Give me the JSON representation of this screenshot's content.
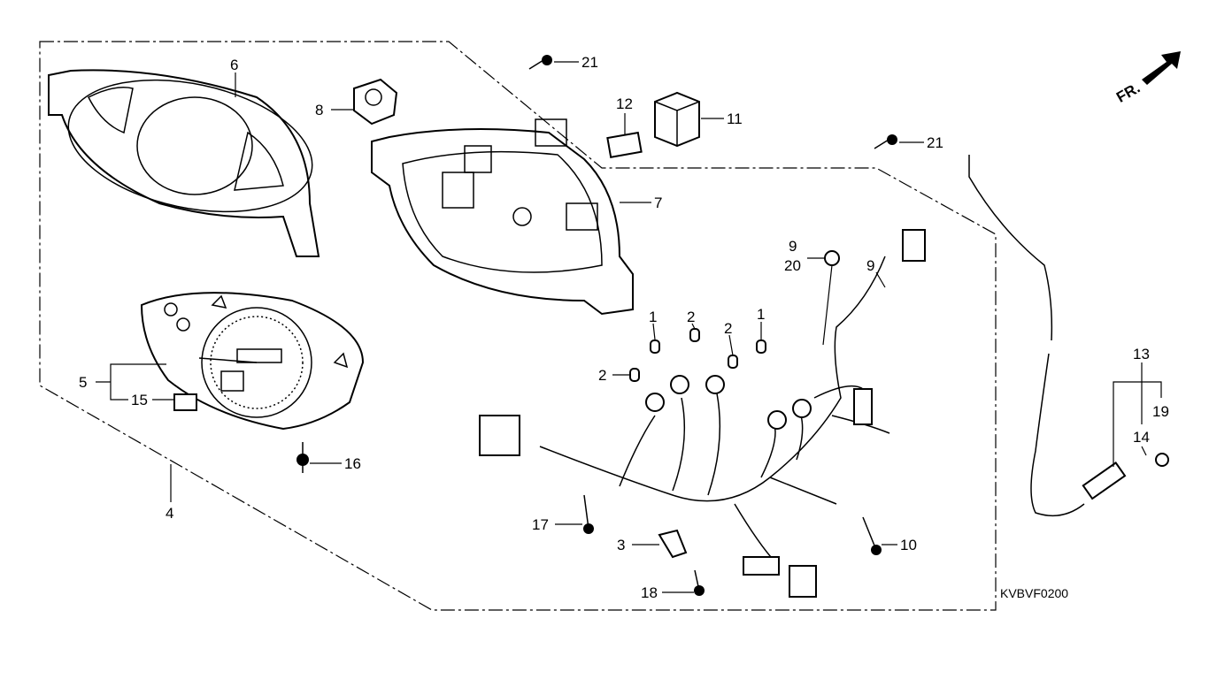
{
  "diagram": {
    "code": "KVBVF0200",
    "front_marker": "FR.",
    "callouts": {
      "c6": "6",
      "c21a": "21",
      "c8": "8",
      "c12": "12",
      "c11": "11",
      "c21b": "21",
      "c7": "7",
      "c9a": "9",
      "c20": "20",
      "c9b": "9",
      "c1a": "1",
      "c2a": "2",
      "c2b": "2",
      "c1b": "1",
      "c2c": "2",
      "c5": "5",
      "c15": "15",
      "c16": "16",
      "c4": "4",
      "c13": "13",
      "c19": "19",
      "c14": "14",
      "c17": "17",
      "c3": "3",
      "c10": "10",
      "c18": "18"
    }
  }
}
